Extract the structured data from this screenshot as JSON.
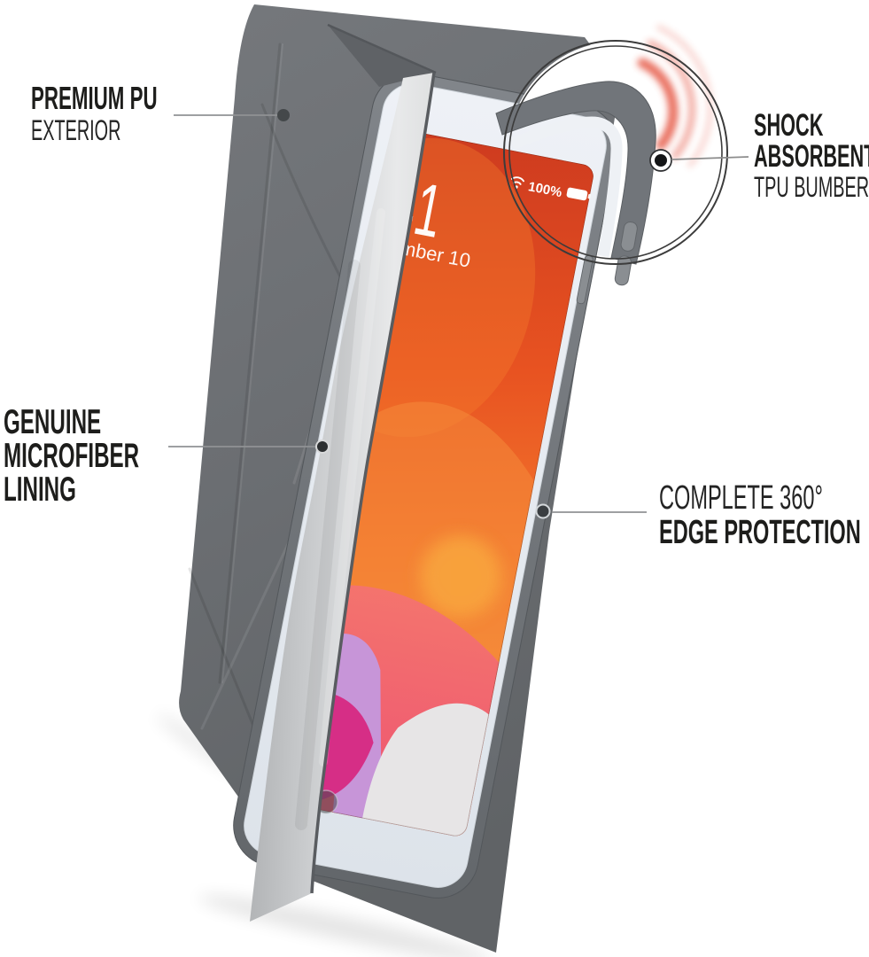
{
  "page": {
    "background_color": "#ffffff"
  },
  "callouts": {
    "premium_pu": {
      "title": "PREMIUM PU",
      "subtitle": "EXTERIOR"
    },
    "shock_absorbent": {
      "line1": "SHOCK",
      "line2": "ABSORBENT",
      "line3": "TPU BUMBER"
    },
    "microfiber_lining": {
      "line1": "GENUINE",
      "line2": "MICROFIBER",
      "line3": "LINING"
    },
    "edge_protection": {
      "line1": "COMPLETE 360°",
      "line2": "EDGE PROTECTION"
    }
  },
  "tablet_screen": {
    "time": "41",
    "date": "ember 10",
    "battery_percent": "100%",
    "wifi_icon": "wifi-icon",
    "battery_icon": "battery-icon"
  },
  "colors": {
    "case_gray": "#6e7276",
    "microfiber_silver": "#d9dadb",
    "bezel_white": "#e9edf2",
    "screen_red": "#d23c1d",
    "screen_orange": "#f0702c",
    "wallpaper_pink": "#d62e86",
    "wallpaper_purple": "#c795d8",
    "shockwave_red": "#e2402b",
    "label_text": "#1d1d1b",
    "callout_line": "#909294",
    "background": "#ffffff"
  }
}
